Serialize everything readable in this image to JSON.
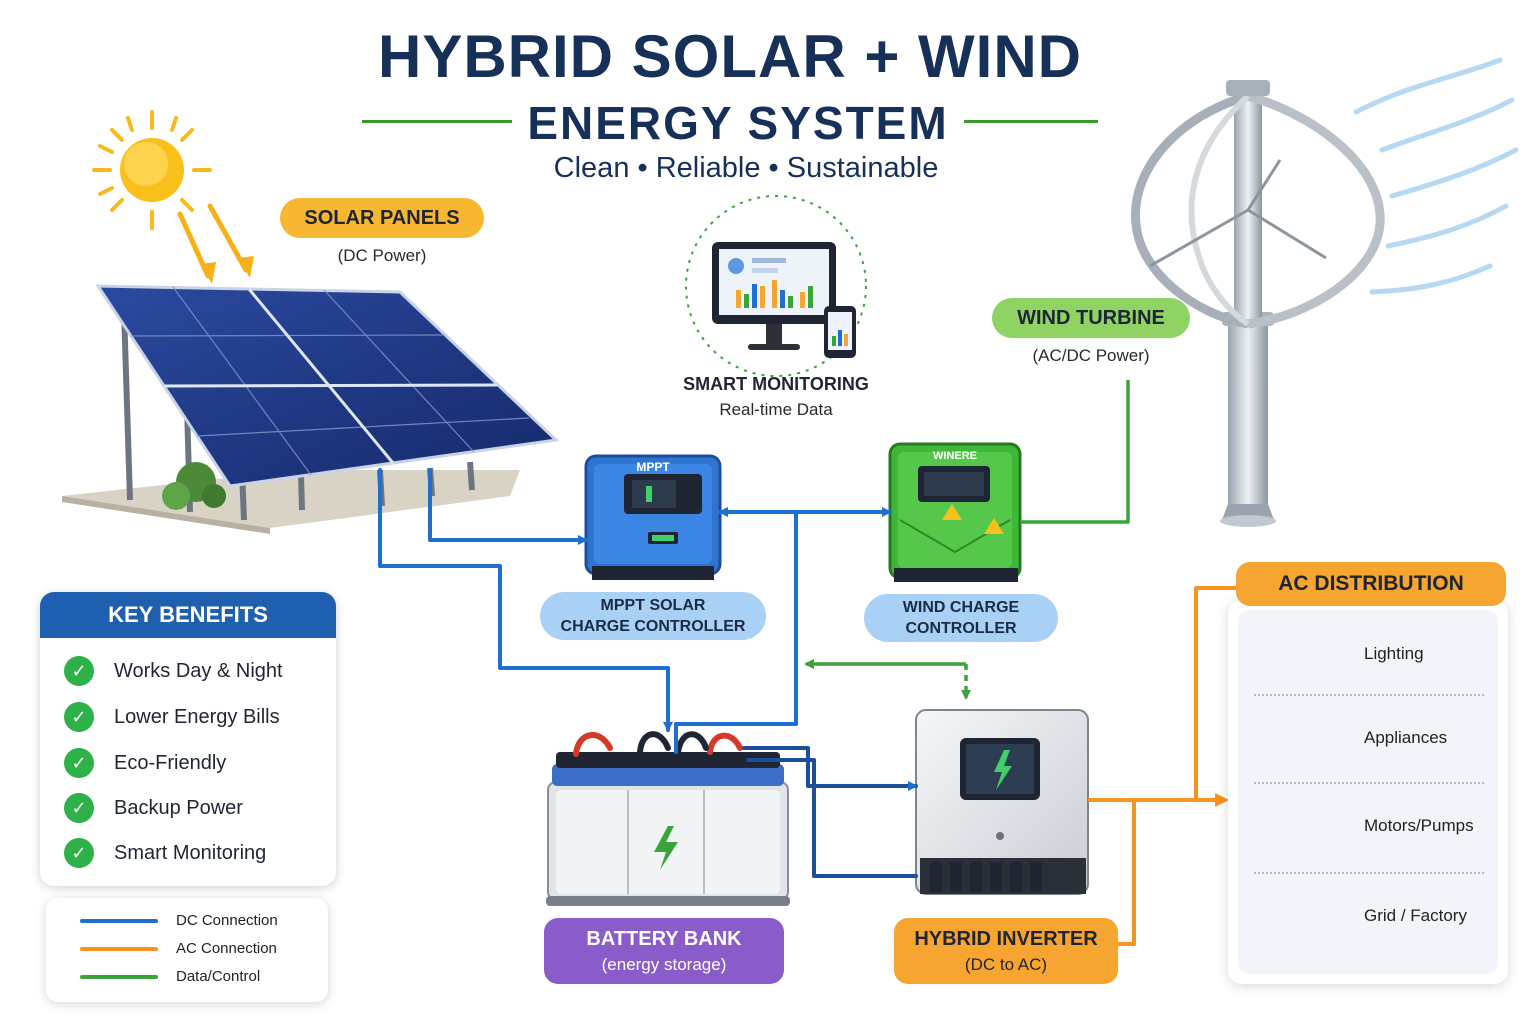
{
  "title": {
    "line1": "HYBRID SOLAR + WIND",
    "line2": "ENERGY SYSTEM",
    "tagline": "Clean • Reliable • Sustainable"
  },
  "solar_panels": {
    "label": "SOLAR PANELS",
    "sub": "(DC Power)"
  },
  "smart_monitoring": {
    "label": "SMART MONITORING",
    "sub": "Real-time Data"
  },
  "wind_turbine": {
    "label": "WIND TURBINE",
    "sub": "(AC/DC Power)"
  },
  "mppt_controller": {
    "device_text": "MPPT",
    "label_line1": "MPPT SOLAR",
    "label_line2": "CHARGE CONTROLLER"
  },
  "wind_controller": {
    "device_text": "WINERE",
    "label_line1": "WIND CHARGE",
    "label_line2": "CONTROLLER"
  },
  "battery_bank": {
    "label": "BATTERY BANK",
    "sub": "(energy storage)"
  },
  "hybrid_inverter": {
    "label": "HYBRID INVERTER",
    "sub": "(DC to AC)"
  },
  "key_benefits": {
    "title": "KEY BENEFITS",
    "items": [
      "Works Day & Night",
      "Lower Energy Bills",
      "Eco-Friendly",
      "Backup Power",
      "Smart Monitoring"
    ]
  },
  "legend": [
    {
      "label": "DC Connection",
      "color": "#1f6fd1"
    },
    {
      "label": "AC Connection",
      "color": "#f7931e"
    },
    {
      "label": "Data/Control",
      "color": "#3aa33a"
    }
  ],
  "ac_distribution": {
    "title": "AC DISTRIBUTION",
    "items": [
      {
        "label": "Lighting",
        "icon": "light-bulb-icon"
      },
      {
        "label": "Appliances",
        "icon": "power-outlet-icon"
      },
      {
        "label": "Motors/Pumps",
        "icon": "motor-icon"
      },
      {
        "label": "Grid / Factory",
        "icon": "building-icon"
      }
    ]
  },
  "colors": {
    "dc": "#1f6fd1",
    "ac": "#f7931e",
    "data": "#3aa33a",
    "title": "#173058",
    "mppt_device": "#2f74d0",
    "wind_device": "#3fb83a",
    "battery_label": "#8a5cc9",
    "inverter_label": "#f7a531"
  }
}
